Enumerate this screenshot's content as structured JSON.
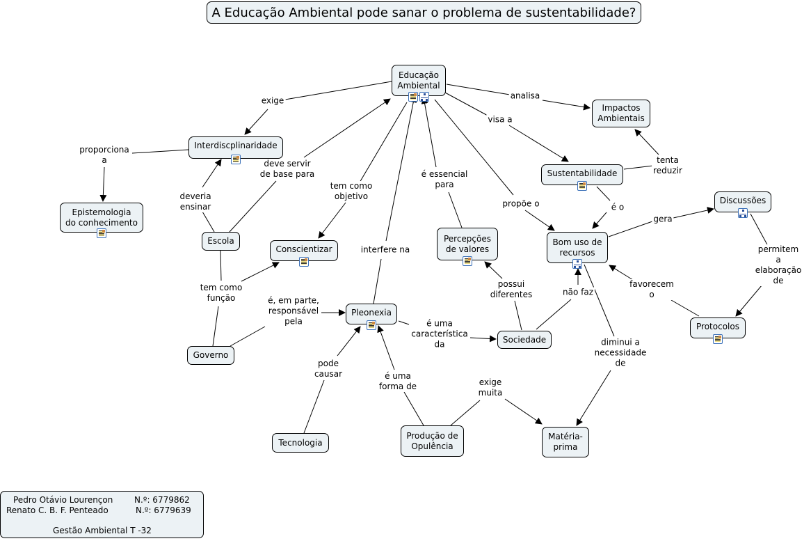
{
  "title": "A Educação Ambiental pode sanar o problema de sustentabilidade?",
  "nodes": {
    "educacao": {
      "text": "Educação\nAmbiental",
      "icons": [
        "document-icon",
        "concept-map-icon"
      ]
    },
    "impactos": {
      "text": "Impactos\nAmbientais",
      "icons": []
    },
    "interdisc": {
      "text": "Interdiscplinaridade",
      "icons": [
        "document-icon"
      ]
    },
    "epistemologia": {
      "text": "Epistemologia\ndo conhecimento",
      "icons": [
        "document-icon"
      ]
    },
    "sustentabilidade": {
      "text": "Sustentabilidade",
      "icons": [
        "document-icon"
      ]
    },
    "discussoes": {
      "text": "Discussões",
      "icons": [
        "concept-map-icon"
      ]
    },
    "escola": {
      "text": "Escola",
      "icons": []
    },
    "conscientizar": {
      "text": "Conscientizar",
      "icons": [
        "document-icon"
      ]
    },
    "percepcoes": {
      "text": "Percepções\nde valores",
      "icons": [
        "document-icon"
      ]
    },
    "bomuso": {
      "text": "Bom uso de\nrecursos",
      "icons": [
        "concept-map-icon"
      ]
    },
    "pleonexia": {
      "text": "Pleonexia",
      "icons": [
        "document-icon"
      ]
    },
    "protocolos": {
      "text": "Protocolos",
      "icons": [
        "document-icon"
      ]
    },
    "sociedade": {
      "text": "Sociedade",
      "icons": []
    },
    "governo": {
      "text": "Governo",
      "icons": []
    },
    "tecnologia": {
      "text": "Tecnologia",
      "icons": []
    },
    "producao": {
      "text": "Produção de\nOpulência",
      "icons": []
    },
    "materia": {
      "text": "Matéria-\nprima",
      "icons": []
    }
  },
  "links": {
    "exige": "exige",
    "analisa": "analisa",
    "visa_a": "visa a",
    "proporciona_a": "proporciona\na",
    "deve_servir": "deve servir\nde base para",
    "tem_como_objetivo": "tem como\nobjetivo",
    "essencial_para": "é essencial\npara",
    "tenta_reduzir": "tenta\nreduzir",
    "deveria_ensinar": "deveria\nensinar",
    "propoe_o": "propõe o",
    "e_o": "é o",
    "gera": "gera",
    "interfere_na": "interfere na",
    "permitem": "permitem a\nelaboração de",
    "tem_como_funcao": "tem como\nfunção",
    "possui_diferentes": "possui\ndiferentes",
    "nao_faz": "não faz",
    "favorecem_o": "favorecem\no",
    "em_parte": "é, em parte,\nresponsável\npela",
    "caracteristica": "é uma\ncaracterística\nda",
    "diminui": "diminui a\nnecessidade\nde",
    "pode_causar": "pode\ncausar",
    "forma_de": "é uma\nforma de",
    "exige_muita": "exige\nmuita"
  },
  "credits": {
    "name1": "Pedro Otávio Lourençon",
    "num1": "N.º: 6779862",
    "name2": "Renato C. B. F. Penteado",
    "num2": "N.º: 6779639",
    "course": "Gestão Ambiental T -32"
  }
}
